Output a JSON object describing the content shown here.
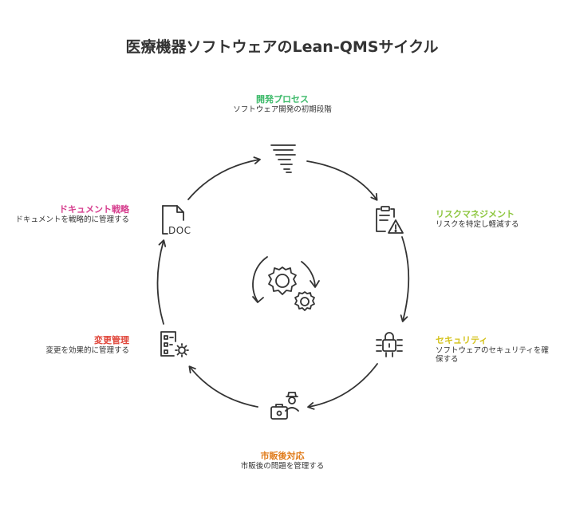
{
  "title": "医療機器ソフトウェアのLean-QMSサイクル",
  "stages": [
    {
      "id": "development",
      "heading": "開発プロセス",
      "description": "ソフトウェア開発の初期段階",
      "color": "#3dba6a",
      "icon": "tornado-icon"
    },
    {
      "id": "risk",
      "heading": "リスクマネジメント",
      "description": "リスクを特定し軽減する",
      "color": "#8dc63f",
      "icon": "clipboard-warning-icon"
    },
    {
      "id": "security",
      "heading": "セキュリティ",
      "description": "ソフトウェアのセキュリティを確保する",
      "color": "#d4c21a",
      "icon": "lock-circuit-icon"
    },
    {
      "id": "postmarket",
      "heading": "市販後対応",
      "description": "市販後の問題を管理する",
      "color": "#e07b1a",
      "icon": "agent-briefcase-icon"
    },
    {
      "id": "change",
      "heading": "変更管理",
      "description": "変更を効果的に管理する",
      "color": "#e0463a",
      "icon": "checklist-gear-icon"
    },
    {
      "id": "document",
      "heading": "ドキュメント戦略",
      "description": "ドキュメントを戦略的に管理する",
      "color": "#d63e8e",
      "icon": "doc-file-icon"
    }
  ],
  "doc_icon_text": "DOC",
  "center_icon": "gears-cycle-icon"
}
